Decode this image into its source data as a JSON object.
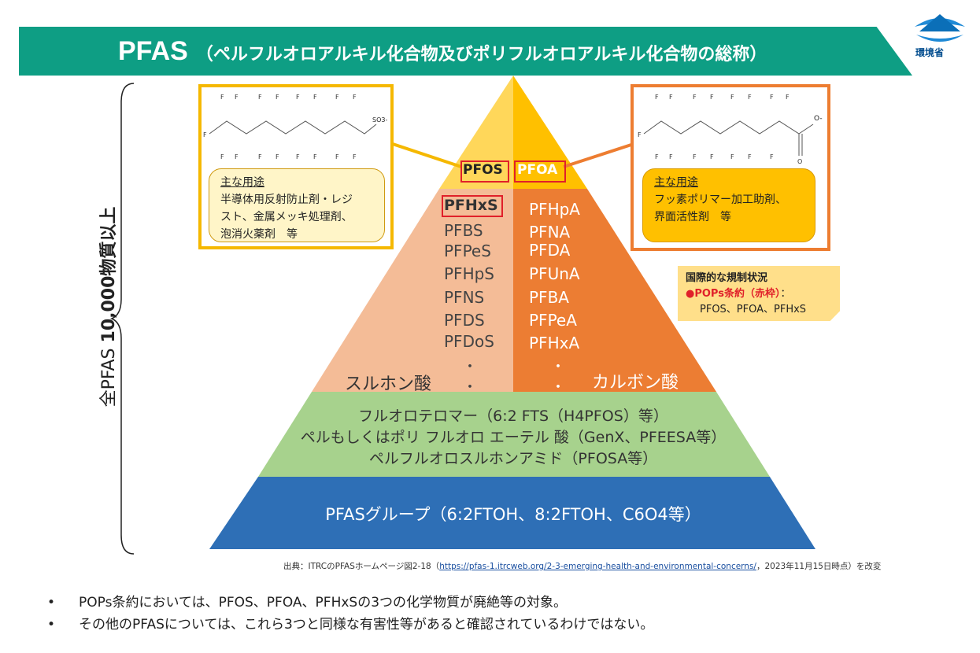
{
  "header": {
    "title_main": "PFAS",
    "title_sub": "（ペルフルオロアルキル化合物及びポリフルオロアルキル化合物の総称）",
    "logo_text": "環境省"
  },
  "side_label": {
    "prefix": "全PFAS ",
    "bold": "10,000物質以上"
  },
  "left_panel": {
    "formula_tail": "SO3-",
    "usage_heading": "主な用途",
    "usage_lines": [
      "半導体用反射防止剤・レジ",
      "スト、金属メッキ処理剤、",
      "泡消火薬剤　等"
    ]
  },
  "right_panel": {
    "formula_tail": "O-",
    "usage_heading": "主な用途",
    "usage_lines": [
      "フッ素ポリマー加工助剤、",
      "界面活性剤　等"
    ]
  },
  "pyramid": {
    "top_left": "PFOS",
    "top_right": "PFOA",
    "sulfonic_list": [
      "PFHxS",
      "PFBS",
      "PFPeS",
      "PFHpS",
      "PFNS",
      "PFDS",
      "PFDoS"
    ],
    "carboxylic_list": [
      "PFHpA",
      "PFNA",
      "PFDA",
      "PFUnA",
      "PFBA",
      "PFPeA",
      "PFHxA"
    ],
    "sulfonic_label": "スルホン酸",
    "carboxylic_label": "カルボン酸",
    "ellipsis": "・",
    "green_lines": [
      "フルオロテロマー（6:2 FTS（H4PFOS）等）",
      "ペルもしくはポリ フルオロ エーテル 酸（GenX、PFEESA等）",
      "ペルフルオロスルホンアミド（PFOSA等）"
    ],
    "blue_line": "PFASグループ（6:2FTOH、8:2FTOH、C6O4等）"
  },
  "regulation_note": {
    "title": "国際的な規制状況",
    "bullet": "●",
    "red_text": "POPs条約（赤枠）",
    "colon": "：",
    "items": "PFOS、PFOA、PFHxS"
  },
  "source": {
    "prefix": "出典：ITRCのPFASホームページ図2-18（",
    "link": "https://pfas-1.itrcweb.org/2-3-emerging-health-and-environmental-concerns/",
    "suffix": "，2023年11月15日時点）を改変"
  },
  "bullets": [
    "POPs条約においては、PFOS、PFOA、PFHxSの3つの化学物質が廃絶等の対象。",
    "その他のPFASについては、これら3つと同様な有害性等があると確認されているわけではない。"
  ],
  "bullet_mark": "•",
  "colors": {
    "header_green": "#0e9e84",
    "top_yellow_left": "#ffd75a",
    "top_yellow_right": "#ffc000",
    "sulfonic_peach": "#f4bc97",
    "carboxylic_orange": "#ec7d33",
    "fluoro_green": "#a7d28d",
    "group_blue": "#2e6fb6",
    "highlight_red": "#e0202a"
  }
}
